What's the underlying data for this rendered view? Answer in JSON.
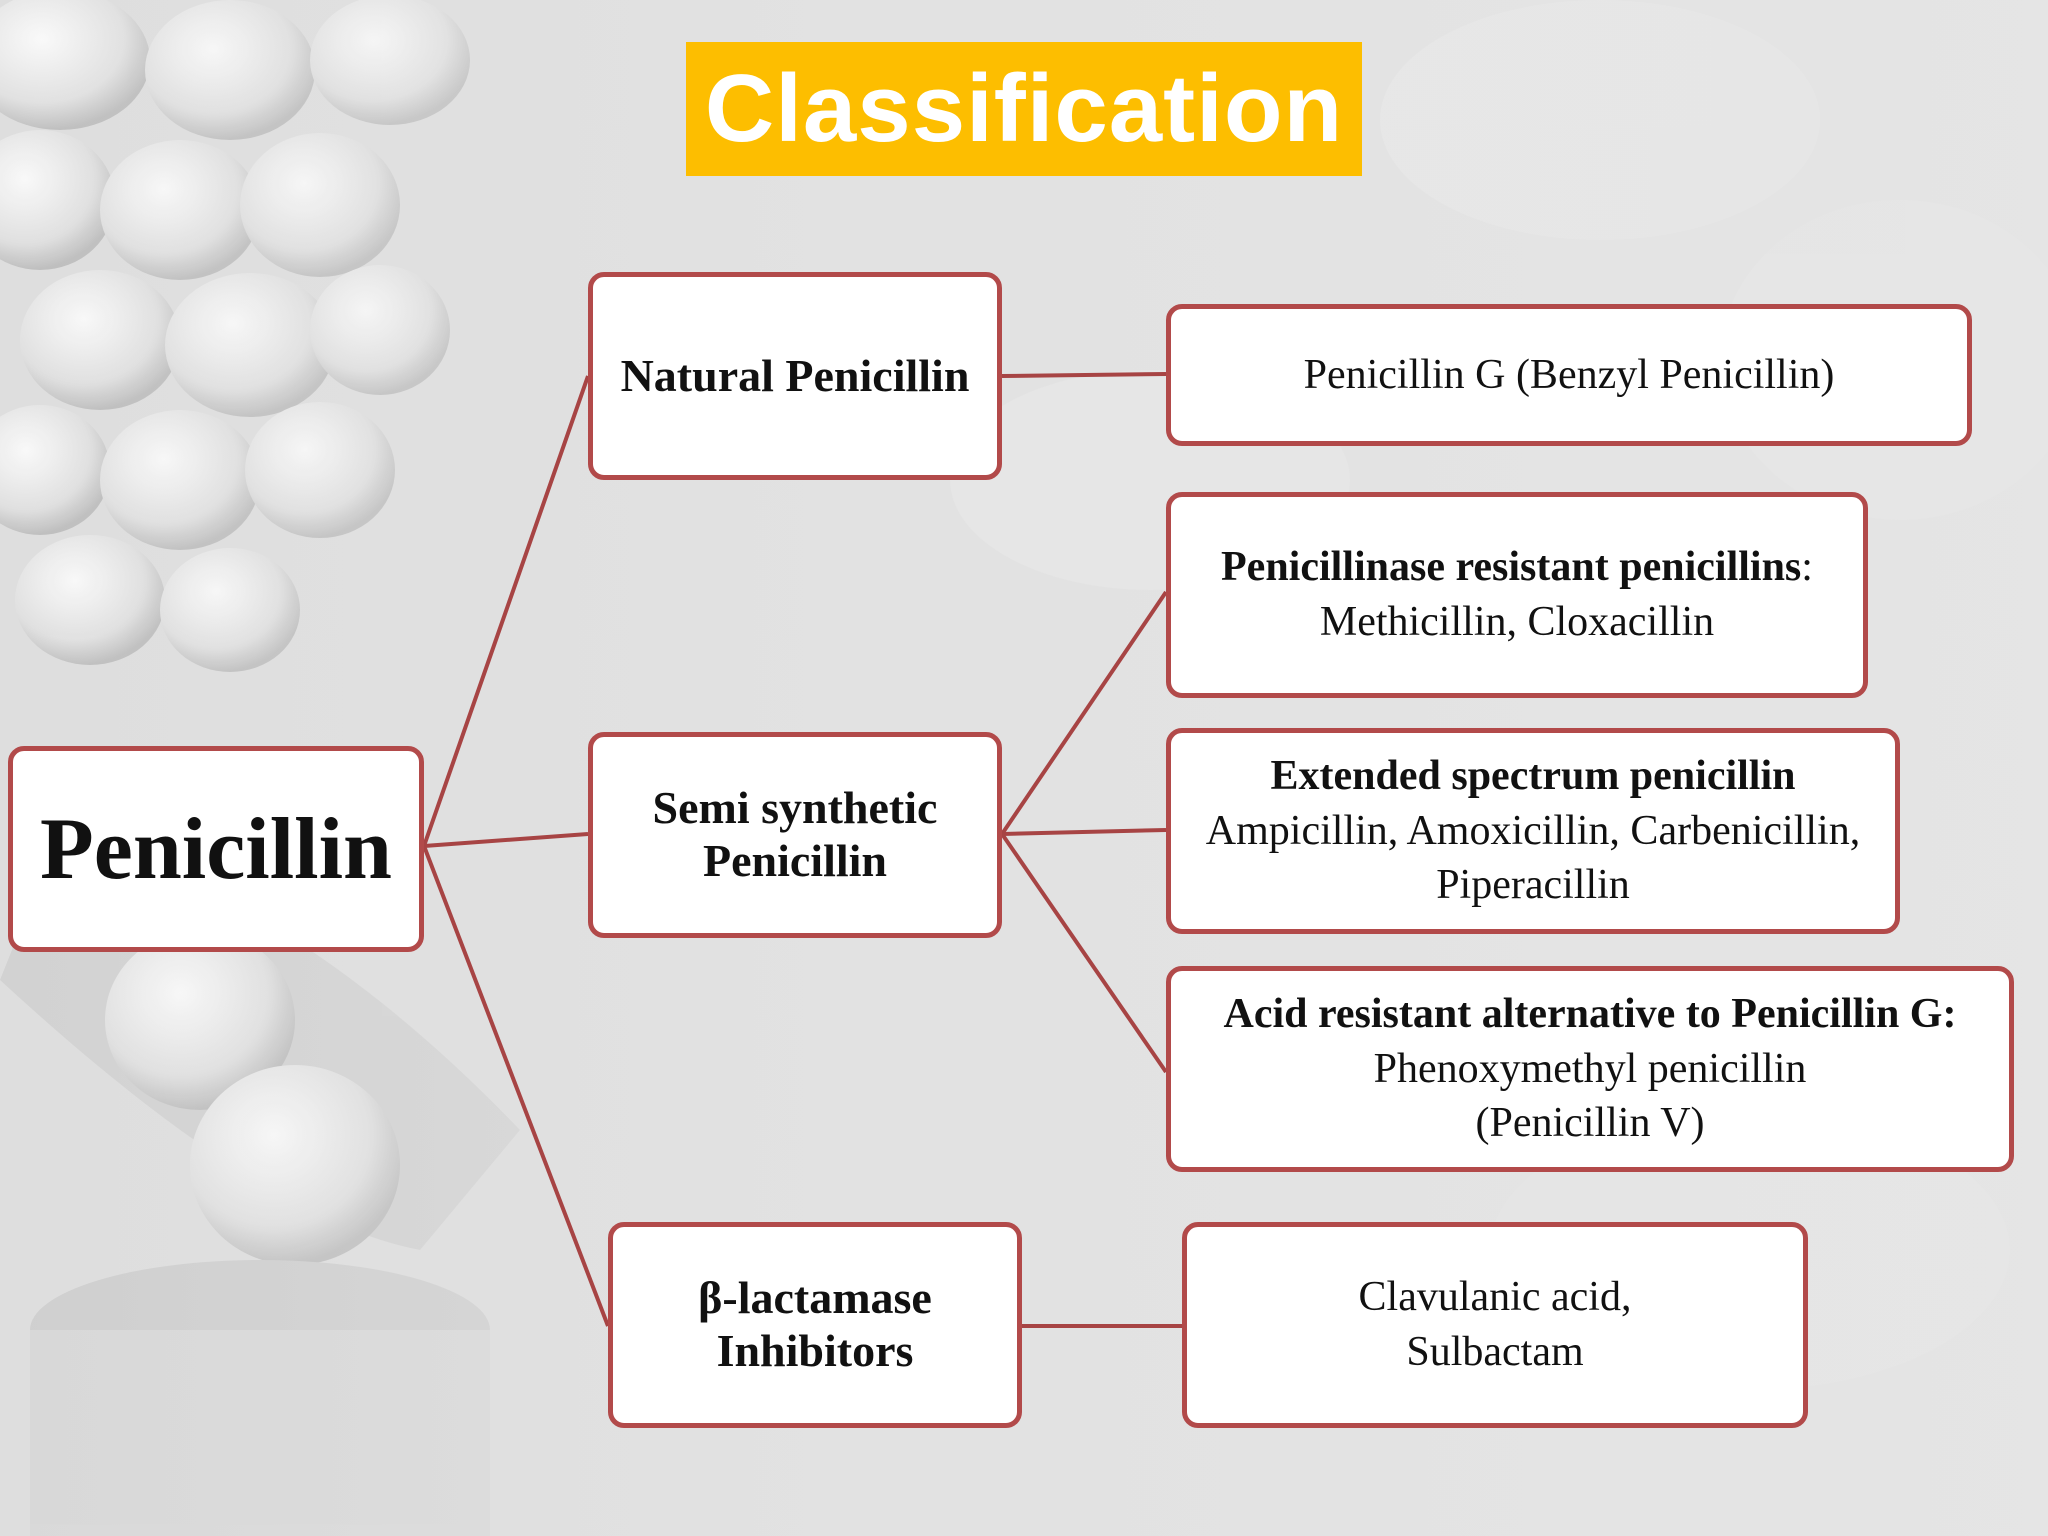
{
  "title": "Classification",
  "colors": {
    "title_band": "#fdbe00",
    "title_text": "#ffffff",
    "border": "#b24a4a",
    "connector": "#a74444",
    "box_fill": "#ffffff"
  },
  "root": {
    "label": "Penicillin"
  },
  "categories": {
    "natural": {
      "label": "Natural Penicillin",
      "detail": "Penicillin G (Benzyl Penicillin)"
    },
    "semi": {
      "label_line1": "Semi synthetic",
      "label_line2": "Penicillin",
      "items": {
        "penicillinase": {
          "heading": "Penicillinase resistant penicillins",
          "heading_suffix": ":",
          "text": "Methicillin, Cloxacillin"
        },
        "extended": {
          "heading": "Extended spectrum penicillin",
          "text_line1": "Ampicillin, Amoxicillin, Carbenicillin,",
          "text_line2": "Piperacillin"
        },
        "acid": {
          "heading": "Acid resistant alternative to Penicillin G:",
          "text_line1": "Phenoxymethyl penicillin",
          "text_line2": "(Penicillin V)"
        }
      }
    },
    "beta": {
      "label_line1": "β-lactamase",
      "label_line2": "Inhibitors",
      "detail_line1": "Clavulanic acid,",
      "detail_line2": "Sulbactam"
    }
  }
}
